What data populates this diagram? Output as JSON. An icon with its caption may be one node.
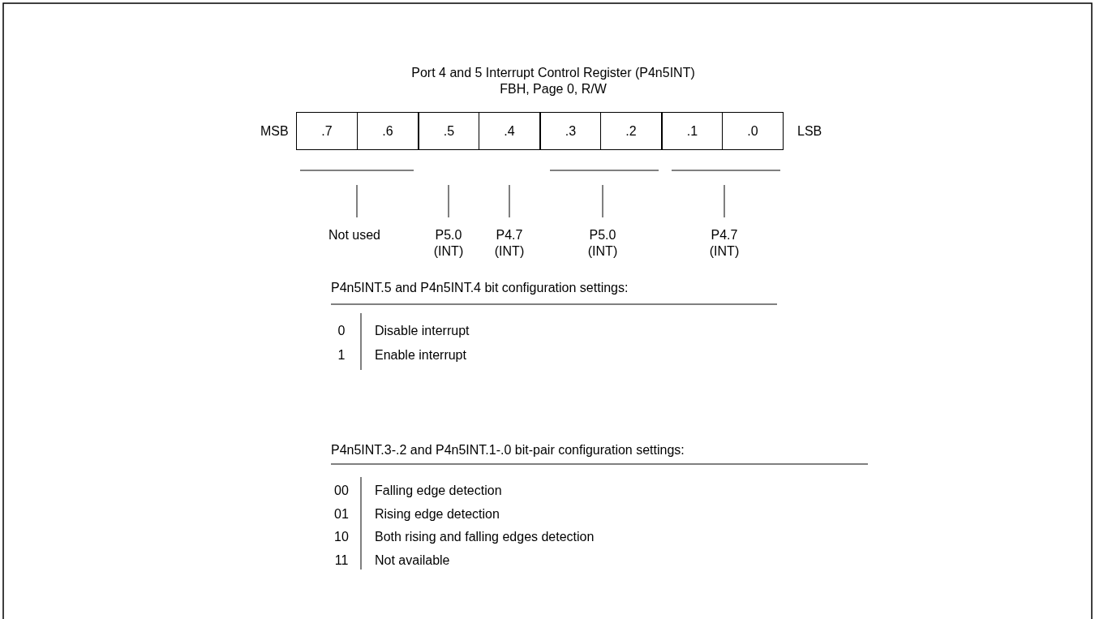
{
  "diagram": {
    "title": "Port 4 and 5 Interrupt Control Register (P4n5INT)",
    "nodes": [
      {
        "text": [
          ".7"
        ]
      },
      {
        "text": [
          ".6"
        ]
      },
      {
        "text": [
          ".5"
        ]
      },
      {
        "text": [
          ".4"
        ]
      },
      {
        "text": [
          ".3"
        ]
      },
      {
        "text": [
          ".2"
        ]
      },
      {
        "text": [
          ".1"
        ]
      },
      {
        "text": [
          ".0"
        ]
      }
    ],
    "labels": [
      "FBH, Page 0, R/W",
      "MSB",
      "LSB",
      "Not used",
      "P5.0 (INT)",
      "P4.7 (INT)",
      "P5.0 (INT)",
      "P4.7 (INT)",
      "P4n5INT.5 and P4n5INT.4 bit configuration settings:",
      "0",
      "Disable interrupt",
      "1",
      "Enable interrupt",
      "P4n5INT.3-.2 and P4n5INT.1-.0 bit-pair configuration settings:",
      "00",
      "Falling edge detection",
      "01",
      "Rising edge detection",
      "10",
      "Both rising and falling edges detection",
      "11",
      "Not available"
    ]
  }
}
